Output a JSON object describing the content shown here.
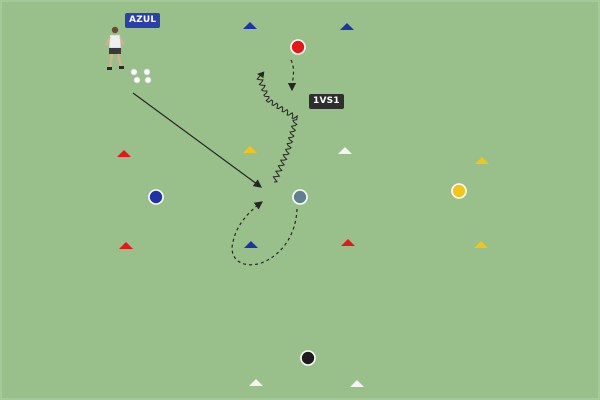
{
  "labels": {
    "team": "AZUL",
    "exercise": "1VS1"
  },
  "colors": {
    "pitch": "#99bf8a",
    "team_tag": "#2b3fae",
    "exercise_tag": "#2e2e2e",
    "red": "#e8161b",
    "blue": "#1f33a8",
    "yellow": "#f3c51a",
    "white": "#f4f4f4",
    "grey_player": "#607f8f",
    "black_player": "#1c1c1c",
    "line": "#262626"
  },
  "icons": [
    "player-figure-icon",
    "balls-icon",
    "cone-icon",
    "player-marker-icon"
  ],
  "players": [
    {
      "name": "red-player",
      "color": "red"
    },
    {
      "name": "blue-player",
      "color": "blue"
    },
    {
      "name": "grey-player",
      "color": "grey_player"
    },
    {
      "name": "yellow-player",
      "color": "yellow"
    },
    {
      "name": "black-player",
      "color": "black_player"
    }
  ]
}
